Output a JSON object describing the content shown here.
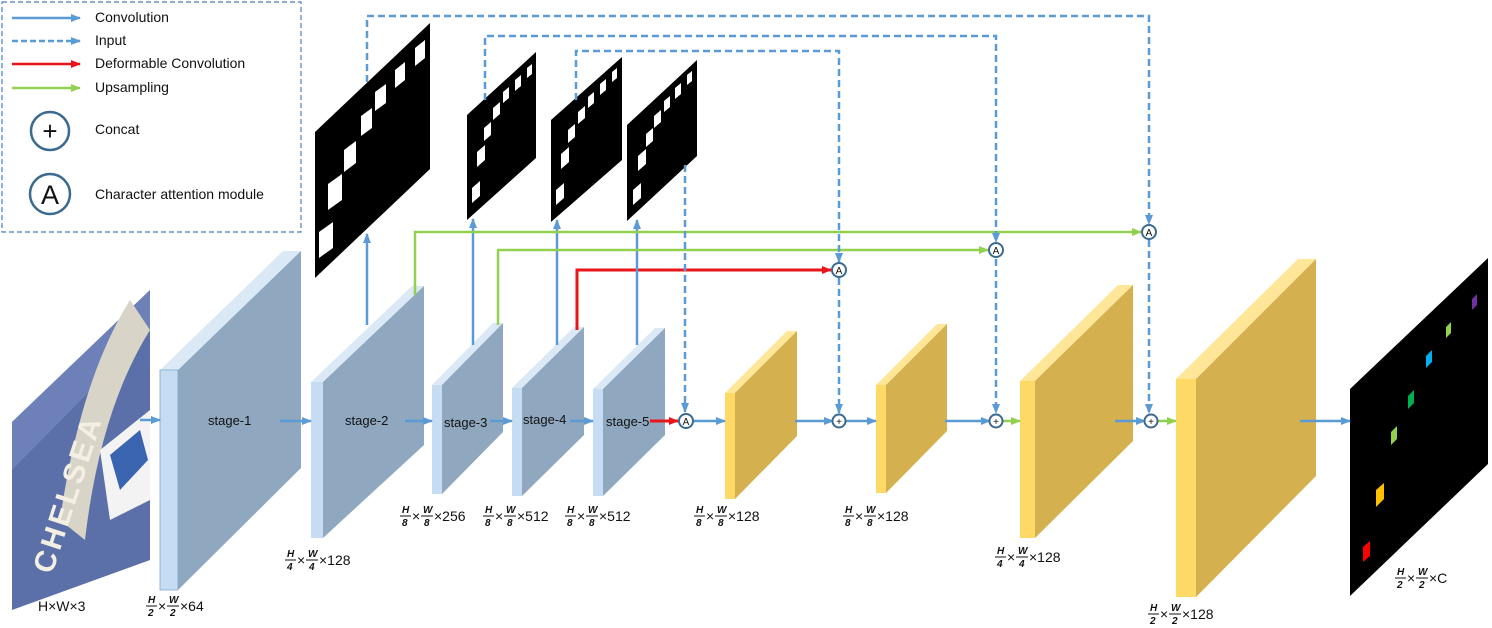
{
  "legend": {
    "convolution": "Convolution",
    "input": "Input",
    "deformable": "Deformable Convolution",
    "upsampling": "Upsampling",
    "concat": "Concat",
    "attention": "Character attention module",
    "concat_symbol": "+",
    "attention_symbol": "A"
  },
  "input_image": {
    "text": "CHELSEA"
  },
  "stages": [
    "stage-1",
    "stage-2",
    "stage-3",
    "stage-4",
    "stage-5"
  ],
  "dims": {
    "input": "H×W×3",
    "s1": {
      "num": "H",
      "num2": "W",
      "den": "2",
      "rest": "×64"
    },
    "s2": {
      "num": "H",
      "num2": "W",
      "den": "4",
      "rest": "×128"
    },
    "s3": {
      "num": "H",
      "num2": "W",
      "den": "8",
      "rest": "×256"
    },
    "s4": {
      "num": "H",
      "num2": "W",
      "den": "8",
      "rest": "×512"
    },
    "s5": {
      "num": "H",
      "num2": "W",
      "den": "8",
      "rest": "×512"
    },
    "d1": {
      "num": "H",
      "num2": "W",
      "den": "8",
      "rest": "×128"
    },
    "d2": {
      "num": "H",
      "num2": "W",
      "den": "8",
      "rest": "×128"
    },
    "d3": {
      "num": "H",
      "num2": "W",
      "den": "4",
      "rest": "×128"
    },
    "d4": {
      "num": "H",
      "num2": "W",
      "den": "2",
      "rest": "×128"
    },
    "out": {
      "num": "H",
      "num2": "W",
      "den": "2",
      "rest": "×C"
    }
  },
  "colors": {
    "convolution": "#5b9bd5",
    "deformable": "#e8161b",
    "upsampling": "#92d050",
    "encoder_front": "#c5dcf2",
    "encoder_side": "#8fa8c0",
    "decoder_front": "#ffd966",
    "decoder_side": "#d4b04e"
  }
}
